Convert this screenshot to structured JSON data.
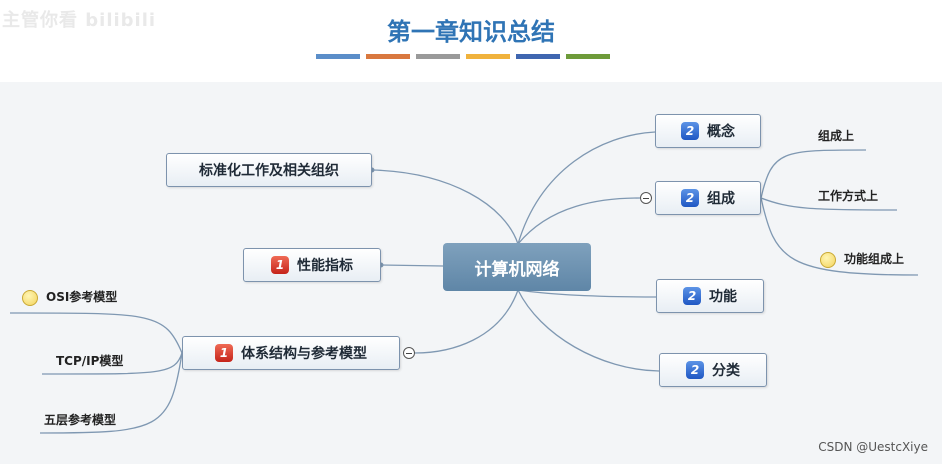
{
  "title": "第一章知识总结",
  "watermark": "主管你看 bilibili",
  "color_bars": [
    "#5b8ec9",
    "#d9783f",
    "#9a9a9a",
    "#f0b23c",
    "#3f66b0",
    "#6e9b3a"
  ],
  "center": {
    "label": "计算机网络"
  },
  "left_nodes": [
    {
      "label": "标准化工作及相关组织",
      "badge": ""
    },
    {
      "label": "性能指标",
      "badge": "1"
    },
    {
      "label": "体系结构与参考模型",
      "badge": "1"
    }
  ],
  "right_nodes": [
    {
      "label": "概念",
      "badge": "2"
    },
    {
      "label": "组成",
      "badge": "2"
    },
    {
      "label": "功能",
      "badge": "2"
    },
    {
      "label": "分类",
      "badge": "2"
    }
  ],
  "composition_children": [
    "组成上",
    "工作方式上",
    "功能组成上"
  ],
  "model_children": [
    "OSI参考模型",
    "TCP/IP模型",
    "五层参考模型"
  ],
  "footer": "CSDN @UestcXiye"
}
